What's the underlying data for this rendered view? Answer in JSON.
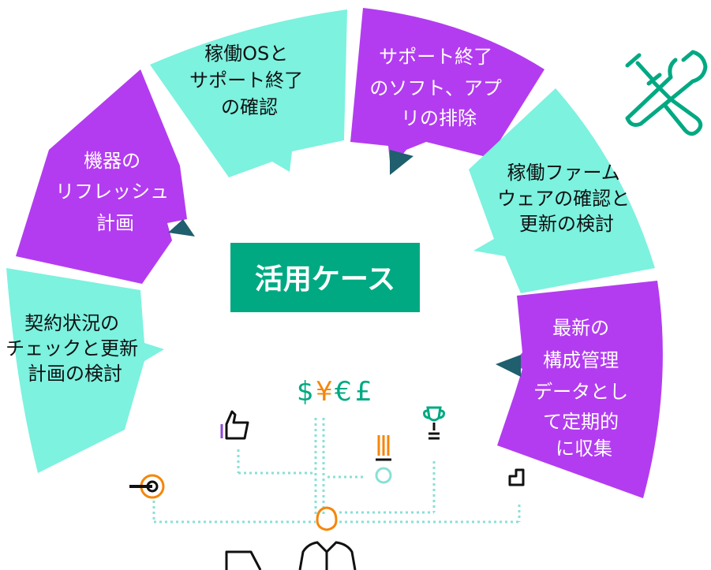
{
  "center_label": "活用ケース",
  "currency_symbols": [
    "$",
    "¥",
    "€",
    "£"
  ],
  "segments": [
    {
      "id": "contract",
      "lines": [
        "契約状況の",
        "チェックと更新",
        "計画の検討"
      ]
    },
    {
      "id": "refresh",
      "lines": [
        "機器の",
        "リフレッシュ",
        "計画"
      ]
    },
    {
      "id": "os",
      "lines": [
        "稼働OSと",
        "サポート終了",
        "の確認"
      ]
    },
    {
      "id": "eol",
      "lines": [
        "サポート終了",
        "のソフト、アプ",
        "リの排除"
      ]
    },
    {
      "id": "firmware",
      "lines": [
        "稼働ファーム",
        "ウェアの確認と",
        "更新の検討"
      ]
    },
    {
      "id": "config",
      "lines": [
        "最新の",
        "構成管理",
        "データとし",
        "て定期的",
        "に収集"
      ]
    }
  ],
  "colors": {
    "mint": "#7CF2DF",
    "purple": "#B33CF0",
    "green": "#01A982",
    "teal_dark": "#1F5F6E",
    "orange": "#F5860B",
    "dots": "#89E0D6",
    "purple_line": "#8A4BD8"
  },
  "icons": [
    "tools-icon",
    "thumbs-up-icon",
    "medal-icon",
    "trophy-icon",
    "stairs-icon",
    "target-icon",
    "person-icon",
    "laptop-icon"
  ]
}
